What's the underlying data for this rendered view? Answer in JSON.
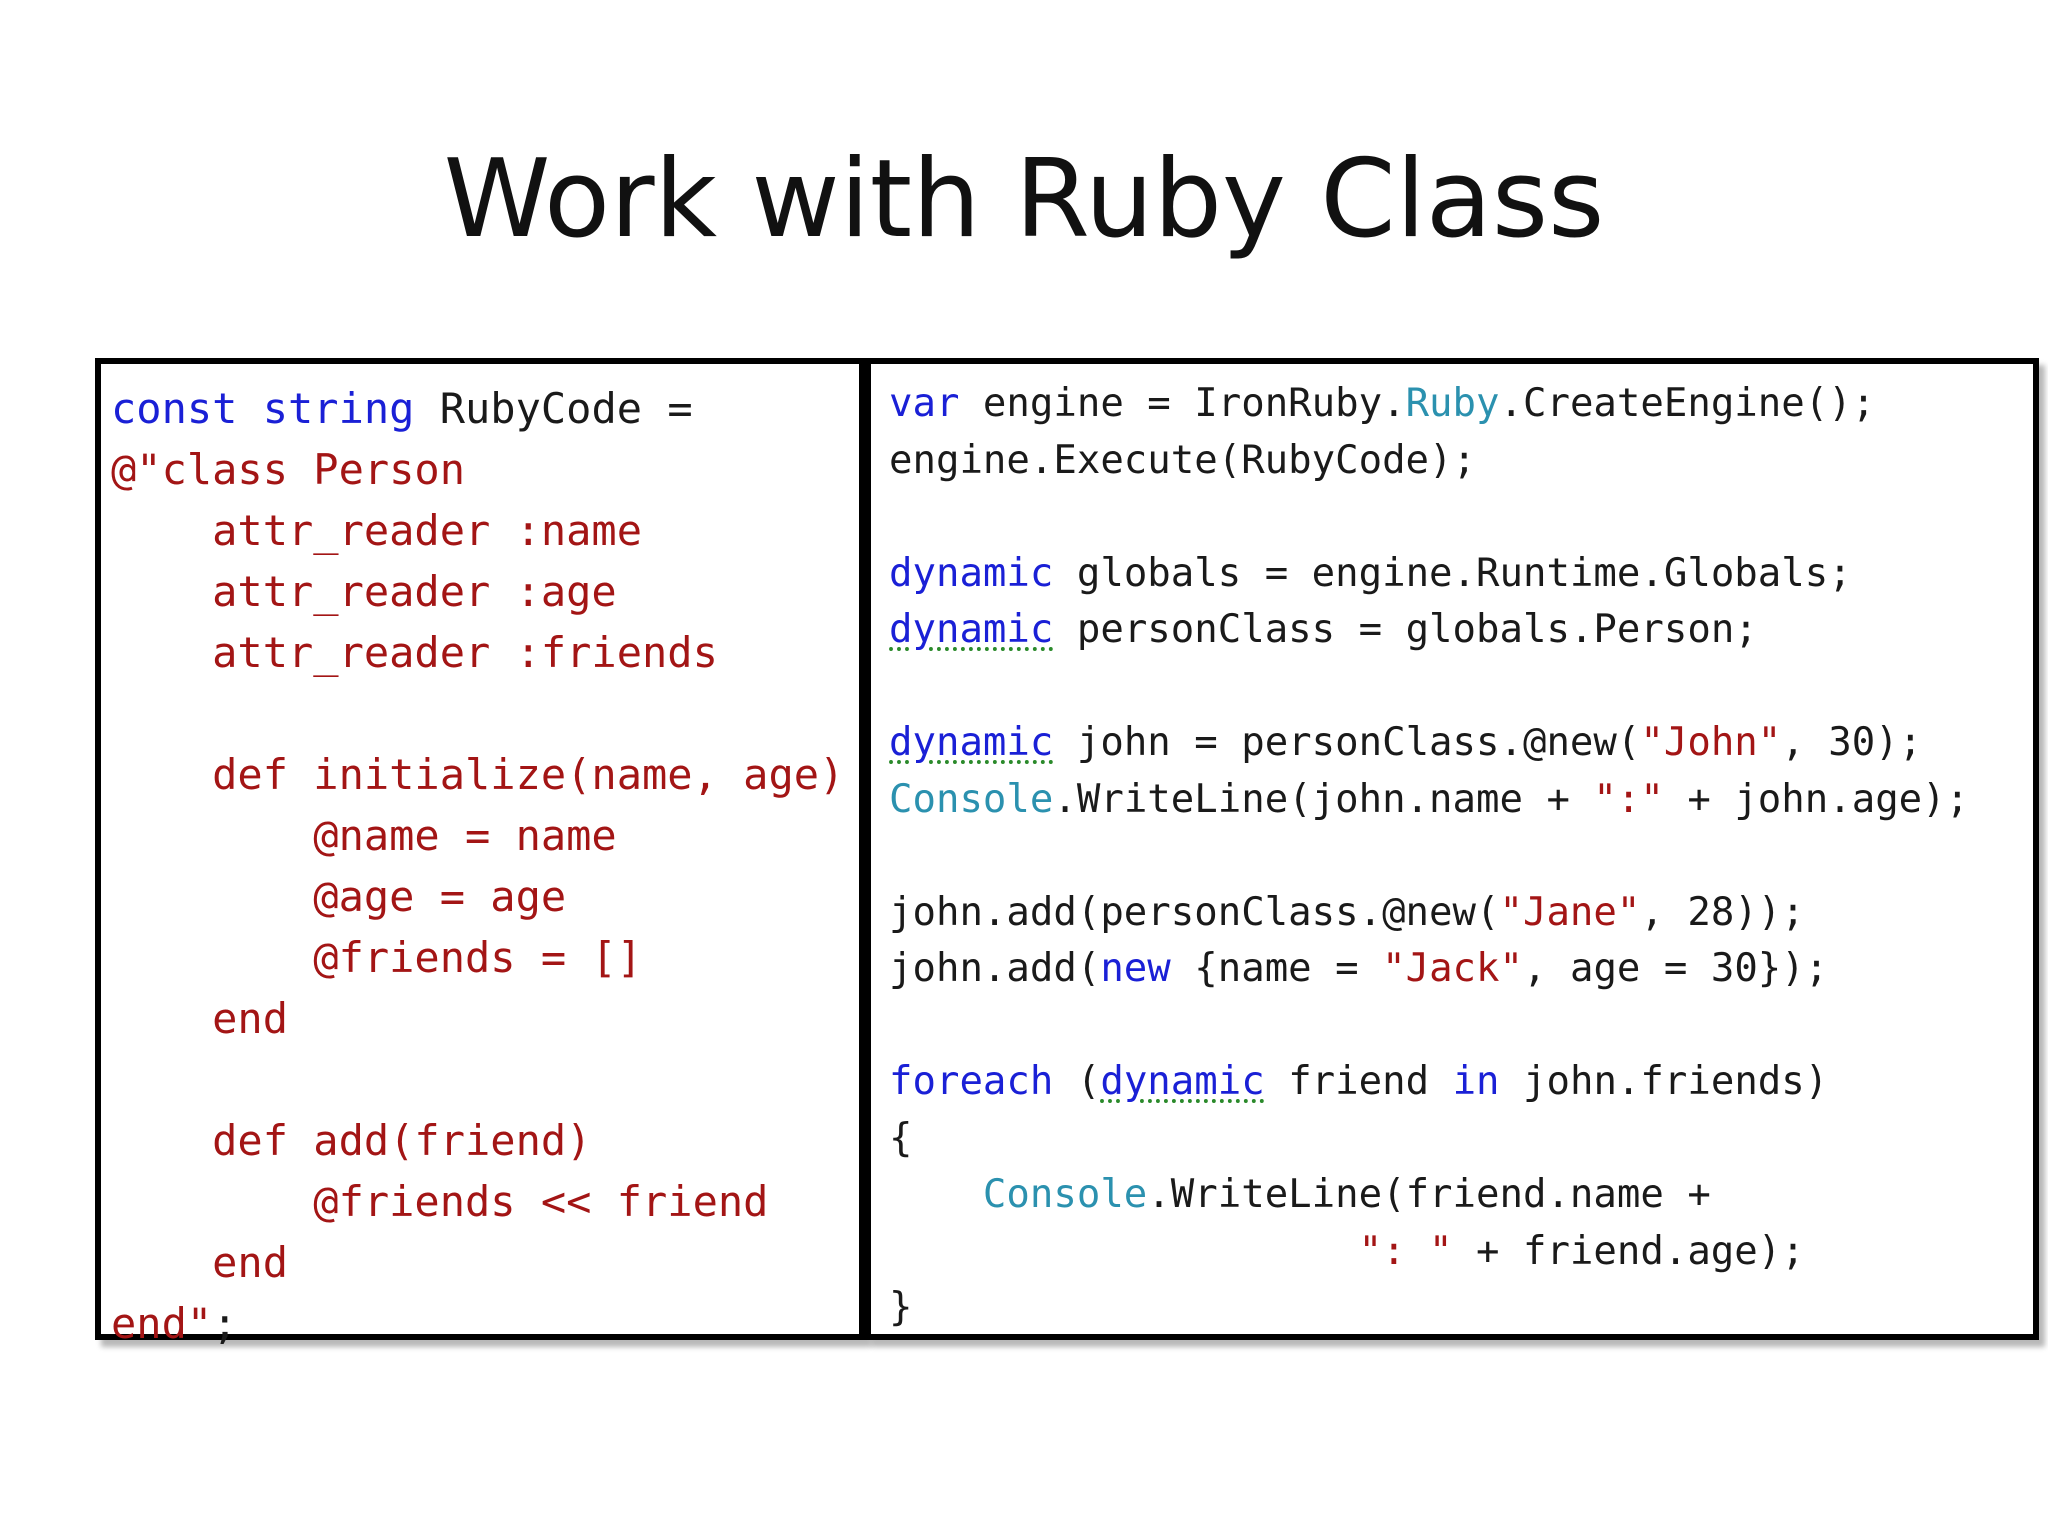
{
  "slide": {
    "title": "Work with Ruby Class"
  },
  "left_code": [
    [
      {
        "text": "const",
        "kind": "kw"
      },
      {
        "text": " ",
        "kind": "plain"
      },
      {
        "text": "string",
        "kind": "kw"
      },
      {
        "text": " RubyCode =",
        "kind": "plain"
      }
    ],
    [
      {
        "text": "@\"class Person",
        "kind": "str"
      }
    ],
    [
      {
        "text": "    attr_reader :name",
        "kind": "str"
      }
    ],
    [
      {
        "text": "    attr_reader :age",
        "kind": "str"
      }
    ],
    [
      {
        "text": "    attr_reader :friends",
        "kind": "str"
      }
    ],
    [
      {
        "text": "",
        "kind": "plain"
      }
    ],
    [
      {
        "text": "    def initialize(name, age)",
        "kind": "str"
      }
    ],
    [
      {
        "text": "        @name = name",
        "kind": "str"
      }
    ],
    [
      {
        "text": "        @age = age",
        "kind": "str"
      }
    ],
    [
      {
        "text": "        @friends = []",
        "kind": "str"
      }
    ],
    [
      {
        "text": "    end",
        "kind": "str"
      }
    ],
    [
      {
        "text": "",
        "kind": "plain"
      }
    ],
    [
      {
        "text": "    def add(friend)",
        "kind": "str"
      }
    ],
    [
      {
        "text": "        @friends << friend",
        "kind": "str"
      }
    ],
    [
      {
        "text": "    end",
        "kind": "str"
      }
    ],
    [
      {
        "text": "end\"",
        "kind": "str"
      },
      {
        "text": ";",
        "kind": "plain"
      }
    ]
  ],
  "right_code": [
    [
      {
        "text": "var",
        "kind": "kw"
      },
      {
        "text": " engine = IronRuby.",
        "kind": "plain"
      },
      {
        "text": "Ruby",
        "kind": "type"
      },
      {
        "text": ".CreateEngine();",
        "kind": "plain"
      }
    ],
    [
      {
        "text": "engine.Execute(RubyCode);",
        "kind": "plain"
      }
    ],
    [
      {
        "text": "",
        "kind": "plain"
      }
    ],
    [
      {
        "text": "dynamic",
        "kind": "kw"
      },
      {
        "text": " globals = engine.Runtime.Globals;",
        "kind": "plain"
      }
    ],
    [
      {
        "text": "dynamic",
        "kind": "kw-squiggle"
      },
      {
        "text": " personClass = globals.Person;",
        "kind": "plain"
      }
    ],
    [
      {
        "text": "",
        "kind": "plain"
      }
    ],
    [
      {
        "text": "dynamic",
        "kind": "kw-squiggle"
      },
      {
        "text": " john = personClass.@new(",
        "kind": "plain"
      },
      {
        "text": "\"John\"",
        "kind": "str"
      },
      {
        "text": ", 30);",
        "kind": "plain"
      }
    ],
    [
      {
        "text": "Console",
        "kind": "type"
      },
      {
        "text": ".WriteLine(john.name + ",
        "kind": "plain"
      },
      {
        "text": "\":\"",
        "kind": "str"
      },
      {
        "text": " + john.age);",
        "kind": "plain"
      }
    ],
    [
      {
        "text": "",
        "kind": "plain"
      }
    ],
    [
      {
        "text": "john.add(personClass.@new(",
        "kind": "plain"
      },
      {
        "text": "\"Jane\"",
        "kind": "str"
      },
      {
        "text": ", 28));",
        "kind": "plain"
      }
    ],
    [
      {
        "text": "john.add(",
        "kind": "plain"
      },
      {
        "text": "new",
        "kind": "kw"
      },
      {
        "text": " {name = ",
        "kind": "plain"
      },
      {
        "text": "\"Jack\"",
        "kind": "str"
      },
      {
        "text": ", age = 30});",
        "kind": "plain"
      }
    ],
    [
      {
        "text": "",
        "kind": "plain"
      }
    ],
    [
      {
        "text": "foreach",
        "kind": "kw"
      },
      {
        "text": " (",
        "kind": "plain"
      },
      {
        "text": "dynamic",
        "kind": "kw-squiggle"
      },
      {
        "text": " friend ",
        "kind": "plain"
      },
      {
        "text": "in",
        "kind": "kw"
      },
      {
        "text": " john.friends)",
        "kind": "plain"
      }
    ],
    [
      {
        "text": "{",
        "kind": "plain"
      }
    ],
    [
      {
        "text": "    ",
        "kind": "plain"
      },
      {
        "text": "Console",
        "kind": "type"
      },
      {
        "text": ".WriteLine(friend.name +",
        "kind": "plain"
      }
    ],
    [
      {
        "text": "                    ",
        "kind": "plain"
      },
      {
        "text": "\": \"",
        "kind": "str"
      },
      {
        "text": " + friend.age);",
        "kind": "plain"
      }
    ],
    [
      {
        "text": "}",
        "kind": "plain"
      }
    ]
  ]
}
